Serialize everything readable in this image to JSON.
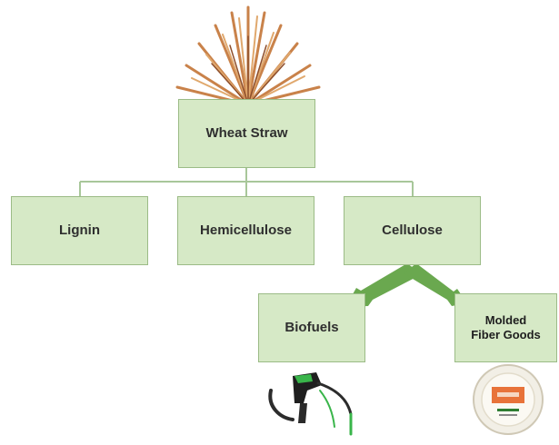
{
  "diagram": {
    "root": {
      "label": "Wheat Straw"
    },
    "components": [
      {
        "id": "lignin",
        "label": "Lignin"
      },
      {
        "id": "hemicellulose",
        "label": "Hemicellulose"
      },
      {
        "id": "cellulose",
        "label": "Cellulose"
      }
    ],
    "cellulose_products": [
      {
        "id": "biofuels",
        "label": "Biofuels"
      },
      {
        "id": "molded-fiber-goods",
        "label": "Molded\nFiber Goods"
      }
    ],
    "illustrations": {
      "root": "wheat-straw-bundle",
      "biofuels": "fuel-pump-nozzle-icon",
      "molded_fiber_goods": "fiber-plate-icon"
    }
  },
  "colors": {
    "box_fill": "#d6e9c6",
    "box_border": "#9bbb86",
    "tree_line": "#a8c79a",
    "arrow": "#6aa84f",
    "text": "#2f2f2f"
  }
}
